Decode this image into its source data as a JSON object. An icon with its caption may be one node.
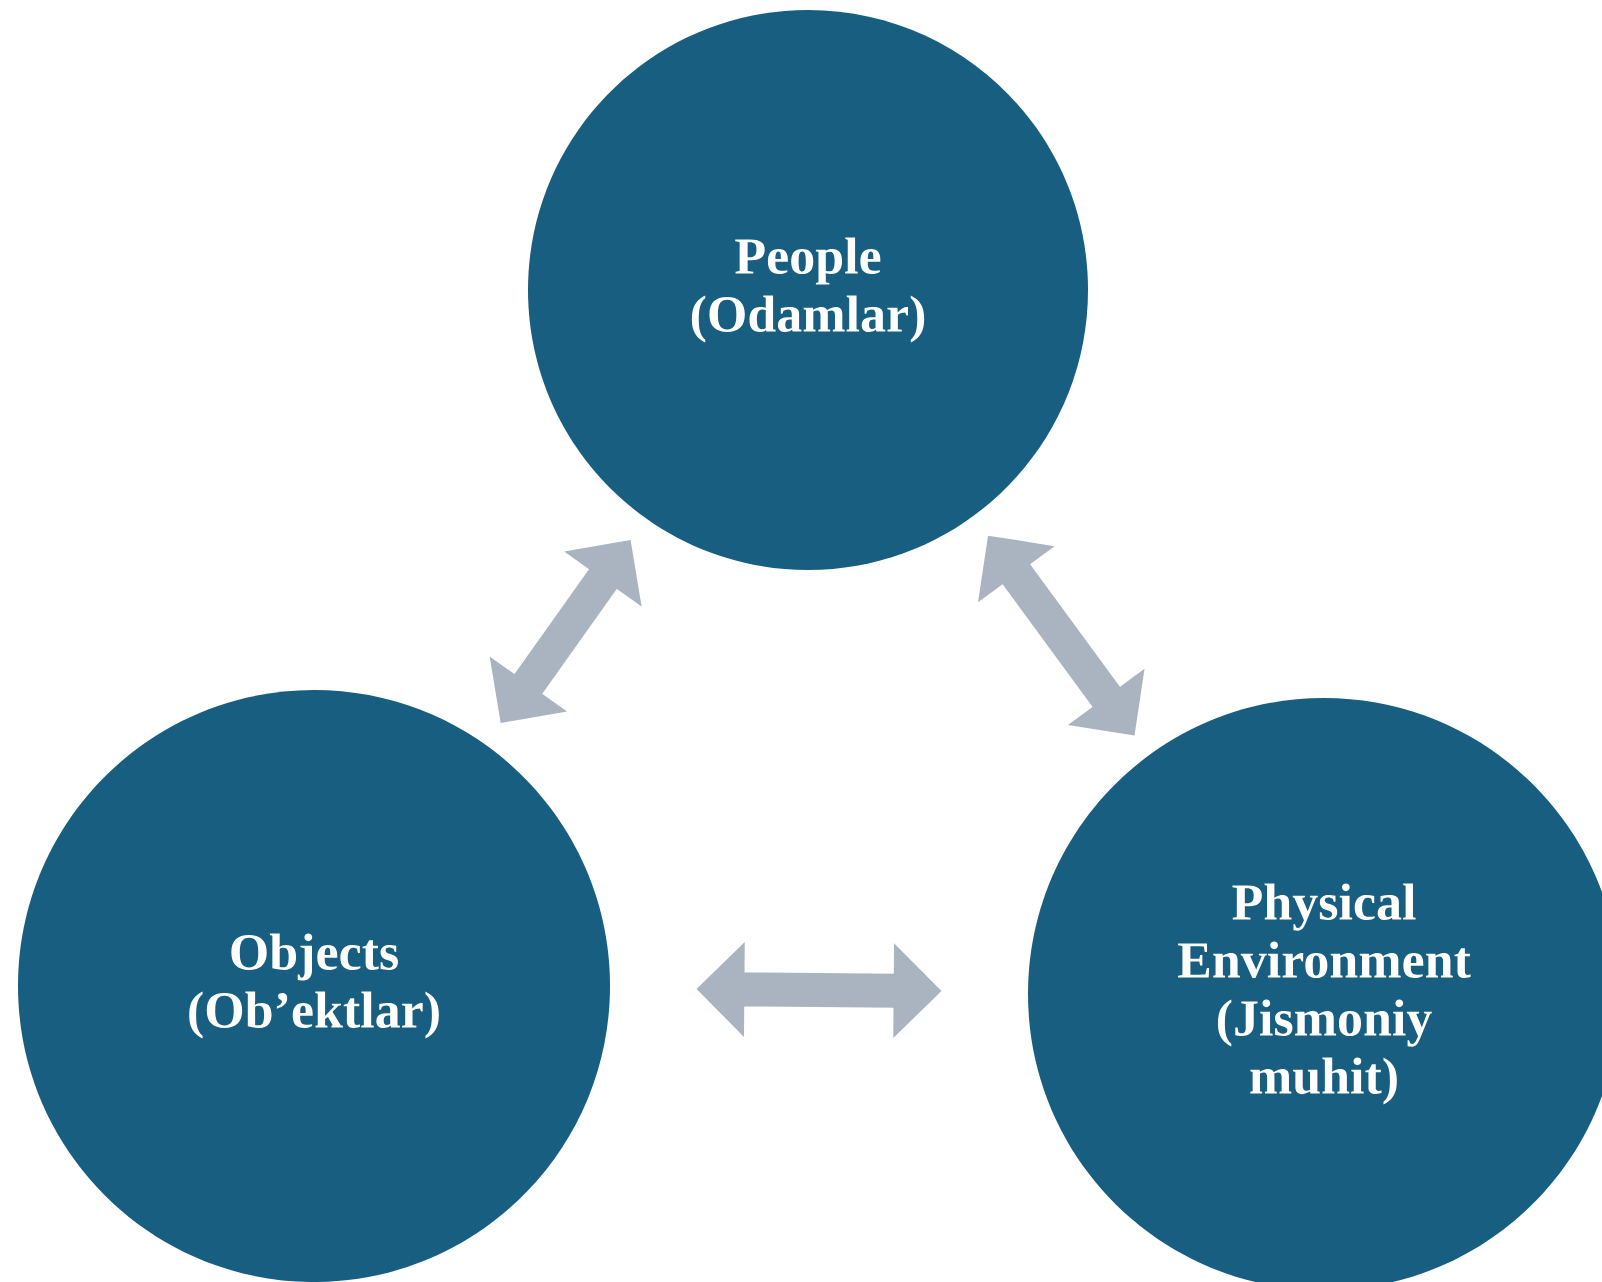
{
  "diagram": {
    "nodes": [
      {
        "text": [
          "People (Odamlar)"
        ]
      },
      {
        "text": [
          "Objects (Ob’ektlar)"
        ]
      },
      {
        "text": [
          "Physical Environment (Jismoniy muhit)"
        ]
      }
    ],
    "edges": [
      {
        "from": 1,
        "to": 0,
        "arrow": "both"
      },
      {
        "from": 0,
        "to": 2,
        "arrow": "both"
      },
      {
        "from": 1,
        "to": 2,
        "arrow": "both"
      }
    ]
  }
}
